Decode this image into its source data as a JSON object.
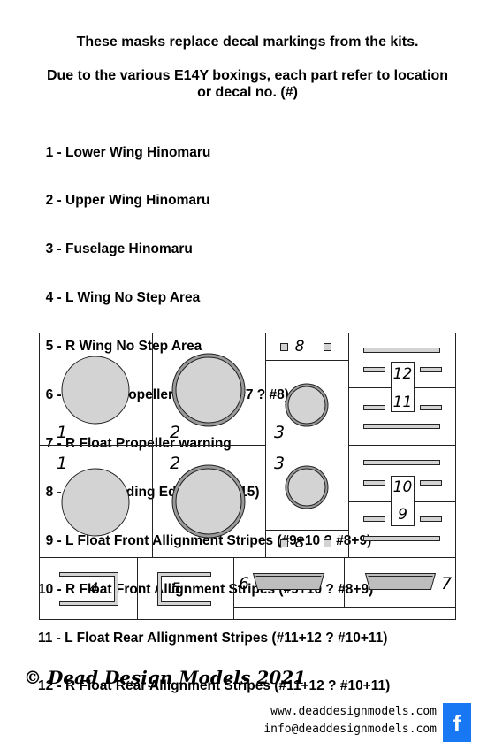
{
  "intro": {
    "line1": "These masks replace decal markings from the kits.",
    "line2a": "Due to the various E14Y boxings, each part refer to location",
    "line2b": "or decal no. (#)"
  },
  "legend": [
    "  1 - Lower Wing Hinomaru",
    "  2 - Upper Wing Hinomaru",
    "  3 - Fuselage Hinomaru",
    "  4 - L Wing No Step Area",
    "  5 - R Wing No Step Area",
    "  6 - L Float Propeller warning (#7 ? #8)",
    "  7 - R Float Propeller warning",
    "  8 - Wing Leading Edge (#4 ? #15)",
    "  9 - L Float Front Allignment Stripes (#9+10 ? #8+9)",
    "10 - R Float Front Allignment Stripes (#9+10 ? #8+9)",
    "11 - L Float Rear Allignment Stripes (#11+12 ? #10+11)",
    "12 - R Float Rear Allignment Stripes (#11+12 ? #10+11)"
  ],
  "sheet_numbers": {
    "n1a": "1",
    "n2a": "2",
    "n3a": "3",
    "n1b": "1",
    "n2b": "2",
    "n3b": "3",
    "n8a": "8",
    "n8b": "8",
    "n12": "12",
    "n11": "11",
    "n10": "10",
    "n9": "9",
    "n4": "4",
    "n5": "5",
    "n6": "6",
    "n7": "7"
  },
  "colors": {
    "mask_fill": "#d3d3d3",
    "facebook": "#1877f2"
  },
  "footer": {
    "copyright": "© Dead Design Models 2021",
    "website": "www.deaddesignmodels.com",
    "email": "info@deaddesignmodels.com",
    "facebook_icon": "facebook-icon",
    "facebook_glyph": "f"
  }
}
